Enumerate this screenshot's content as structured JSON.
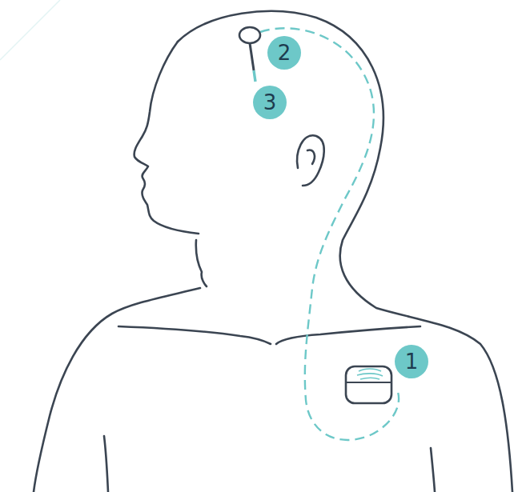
{
  "diagram": {
    "labels": [
      "2",
      "3",
      "1"
    ]
  }
}
